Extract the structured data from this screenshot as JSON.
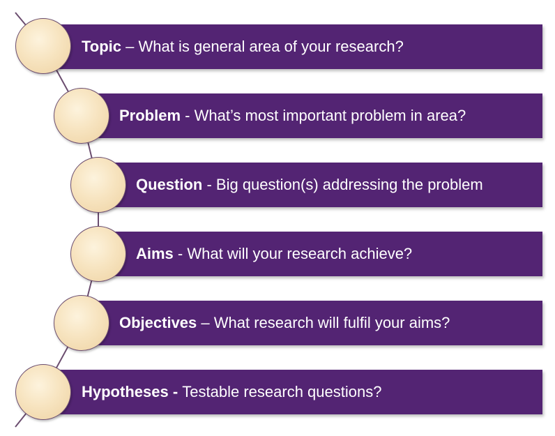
{
  "steps": [
    {
      "term": "Topic",
      "separator": " – ",
      "description": "What is general area of your research?"
    },
    {
      "term": "Problem",
      "separator": " - ",
      "description": "What’s most important problem in area?"
    },
    {
      "term": "Question",
      "separator": " - ",
      "description": "Big question(s) addressing the problem"
    },
    {
      "term": "Aims",
      "separator": " - ",
      "description": "What will your research achieve?"
    },
    {
      "term": "Objectives",
      "separator": " – ",
      "description": "What research will fulfil your aims?"
    },
    {
      "term": "Hypotheses -",
      "separator": " ",
      "description": "Testable research questions?"
    }
  ],
  "colors": {
    "bar": "#532473",
    "bar_text": "#ffffff",
    "circle_fill": "#f7e4c0",
    "circle_stroke": "#6b4d6f",
    "connector": "#6b4d6f"
  }
}
